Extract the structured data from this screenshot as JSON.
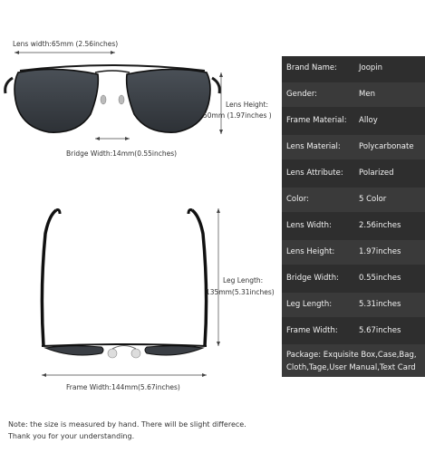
{
  "dimensions": {
    "lens_width": "Lens width:65mm (2.56inches)",
    "lens_height_line1": "Lens Height:",
    "lens_height_line2": "50mm (1.97inches )",
    "bridge_width": "Bridge Width:14mm(0.55inches)",
    "leg_length_line1": "Leg Length:",
    "leg_length_line2": "135mm(5.31inches)",
    "frame_width": "Frame Width:144mm(5.67inches)"
  },
  "specs": [
    {
      "label": "Brand Name:",
      "value": "Joopin"
    },
    {
      "label": "Gender:",
      "value": "Men"
    },
    {
      "label": "Frame Material:",
      "value": "Alloy"
    },
    {
      "label": "Lens Material:",
      "value": "Polycarbonate"
    },
    {
      "label": "Lens Attribute:",
      "value": "Polarized"
    },
    {
      "label": "Color:",
      "value": "5 Color"
    },
    {
      "label": "Lens Width:",
      "value": "2.56inches"
    },
    {
      "label": "Lens Height:",
      "value": "1.97inches"
    },
    {
      "label": "Bridge Width:",
      "value": "0.55inches"
    },
    {
      "label": "Leg Length:",
      "value": "5.31inches"
    },
    {
      "label": "Frame Width:",
      "value": "5.67inches"
    }
  ],
  "package_text": "Package: Exquisite Box,Case,Bag, Cloth,Tage,User Manual,Text Card",
  "note_line1": "Note: the size is measured by hand. There will be slight differece.",
  "note_line2": "Thank you for your understanding.",
  "colors": {
    "table_bg": "#2e2e2e",
    "table_alt": "#3a3a3a",
    "lens": "#3c4248",
    "frame": "#1a1a1a"
  }
}
